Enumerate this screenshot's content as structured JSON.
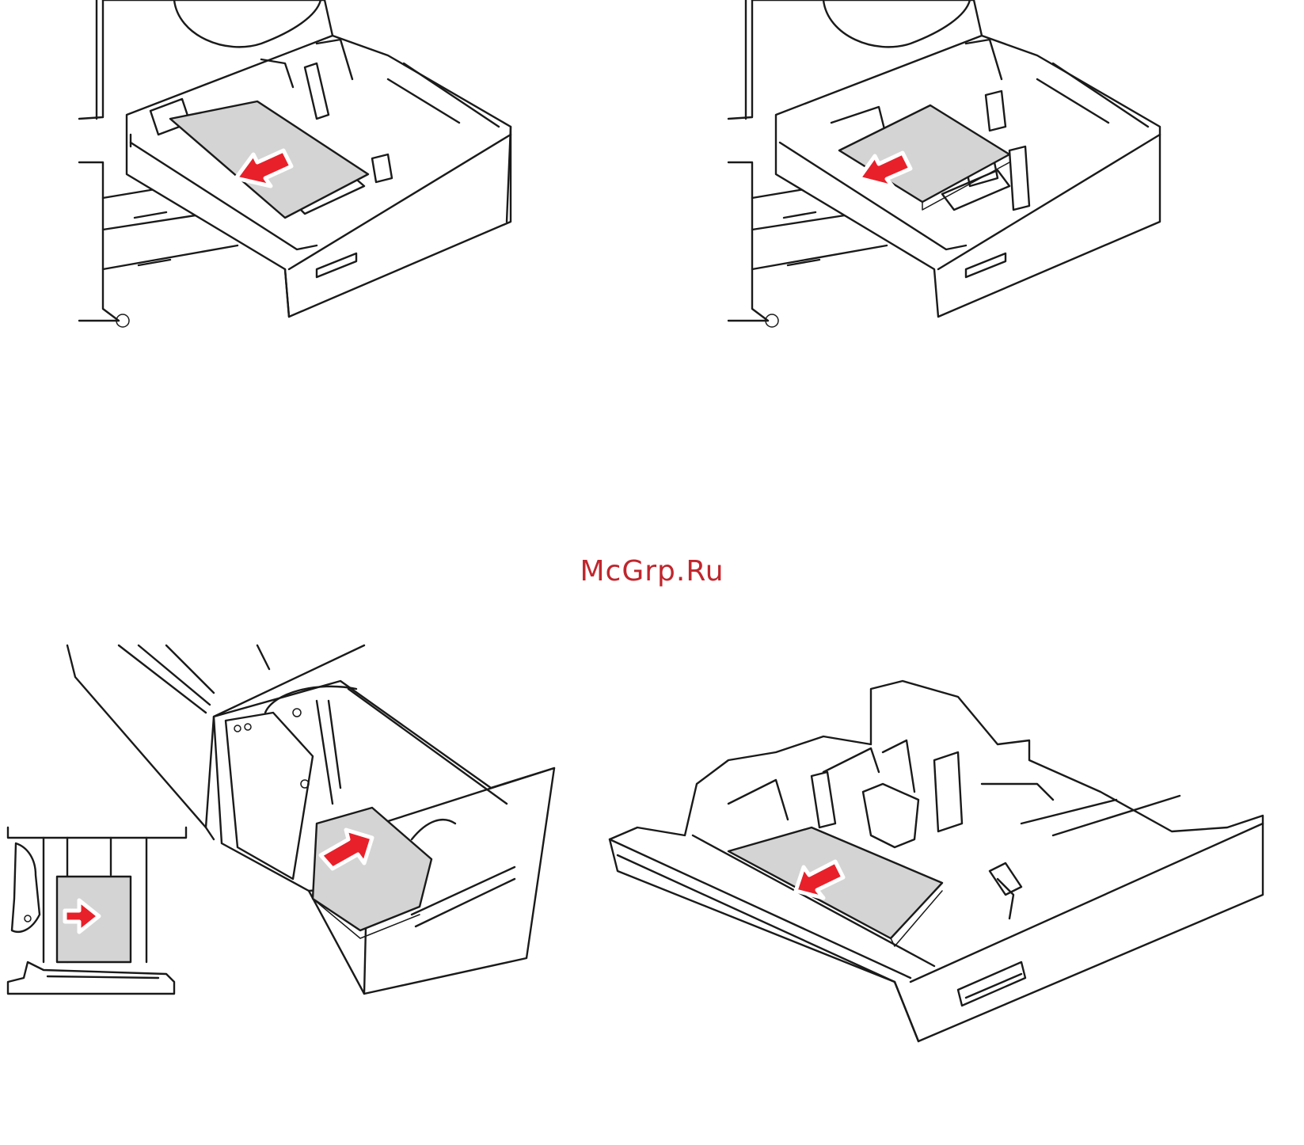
{
  "watermark": {
    "text": "McGrp.Ru"
  },
  "colors": {
    "line": "#1a1a1a",
    "paper": "#d4d4d4",
    "arrow": "#e8202a",
    "watermark": "#c0262d",
    "background": "#ffffff"
  },
  "figures": [
    {
      "id": "tray-pull-out-load",
      "icon": "paper-tray-drawer-icon"
    },
    {
      "id": "tray-guides-adjust",
      "icon": "paper-tray-drawer-icon"
    },
    {
      "id": "high-capacity-tray-load",
      "icon": "paper-tray-drawer-icon"
    },
    {
      "id": "removed-tray-load",
      "icon": "paper-tray-drawer-icon"
    }
  ]
}
